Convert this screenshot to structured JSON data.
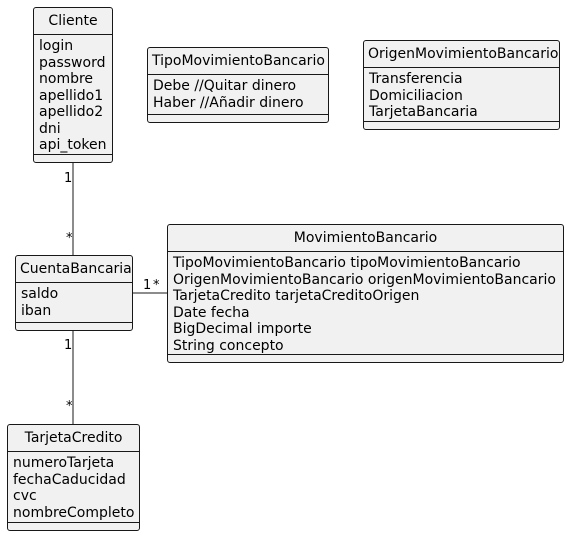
{
  "classes": {
    "cliente": {
      "name": "Cliente",
      "attributes": [
        "login",
        "password",
        "nombre",
        "apellido1",
        "apellido2",
        "dni",
        "api_token"
      ]
    },
    "tipo_movimiento": {
      "name": "TipoMovimientoBancario",
      "attributes": [
        "Debe //Quitar dinero",
        "Haber //Añadir dinero"
      ]
    },
    "origen_movimiento": {
      "name": "OrigenMovimientoBancario",
      "attributes": [
        "Transferencia",
        "Domiciliacion",
        "TarjetaBancaria"
      ]
    },
    "cuenta_bancaria": {
      "name": "CuentaBancaria",
      "attributes": [
        "saldo",
        "iban"
      ]
    },
    "movimiento_bancario": {
      "name": "MovimientoBancario",
      "attributes": [
        "TipoMovimientoBancario tipoMovimientoBancario",
        "OrigenMovimientoBancario origenMovimientoBancario",
        "TarjetaCredito tarjetaCreditoOrigen",
        "Date fecha",
        "BigDecimal importe",
        "String concepto"
      ]
    },
    "tarjeta_credito": {
      "name": "TarjetaCredito",
      "attributes": [
        "numeroTarjeta",
        "fechaCaducidad",
        "cvc",
        "nombreCompleto"
      ]
    }
  },
  "associations": [
    {
      "from": "Cliente",
      "to": "CuentaBancaria",
      "from_mult": "1",
      "to_mult": "*"
    },
    {
      "from": "CuentaBancaria",
      "to": "MovimientoBancario",
      "from_mult": "1",
      "to_mult": "*"
    },
    {
      "from": "CuentaBancaria",
      "to": "TarjetaCredito",
      "from_mult": "1",
      "to_mult": "*"
    }
  ]
}
